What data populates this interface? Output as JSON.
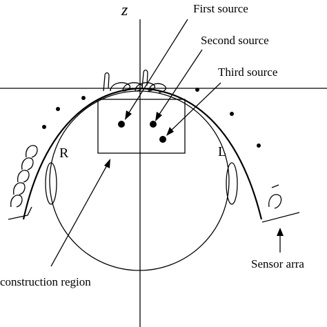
{
  "labels": {
    "axis_z": "z",
    "first_source": "First source",
    "second_source": "Second source",
    "third_source": "Third source",
    "reconstruction_region": "construction region",
    "sensor_array": "Sensor arra",
    "right": "R",
    "left": "L"
  },
  "colors": {
    "ink": "#000000",
    "background": "#ffffff"
  }
}
